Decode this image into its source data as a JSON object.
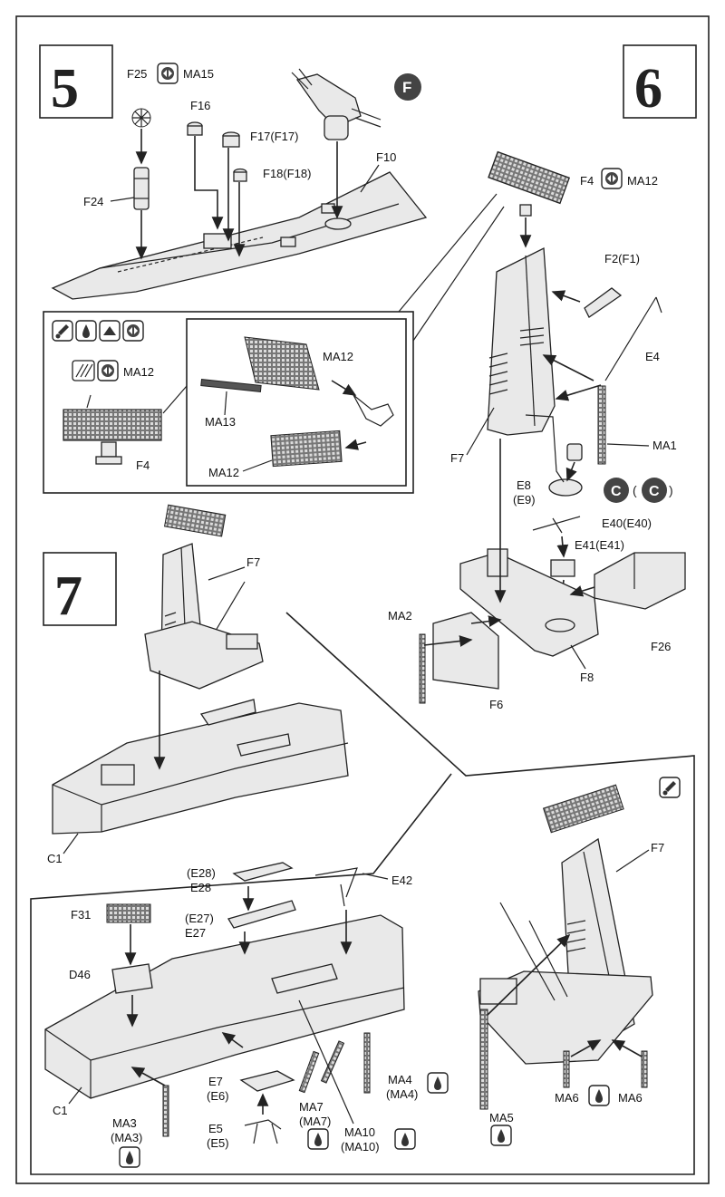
{
  "steps": {
    "s5": "5",
    "s6": "6",
    "s7": "7"
  },
  "badges": {
    "part_tree_f": "F",
    "part_tree_c1": "C",
    "part_tree_c2": "C"
  },
  "labels": {
    "f25_ma15": "F25",
    "ma15": "MA15",
    "f16": "F16",
    "f17": "F17(F17)",
    "f18": "F18(F18)",
    "f24": "F24",
    "f10": "F10",
    "f4_ma12": "F4",
    "ma12_top": "MA12",
    "f2": "F2(F1)",
    "e4": "E4",
    "ma1": "MA1",
    "f7_6": "F7",
    "e8": "E8",
    "e9": "(E9)",
    "e40": "E40(E40)",
    "e41": "E41(E41)",
    "ma2": "MA2",
    "f26": "F26",
    "f6": "F6",
    "f8": "F8",
    "ma12_inset": "MA12",
    "f4_inset": "F4",
    "ma12_zoom1": "MA12",
    "ma13": "MA13",
    "ma12_zoom2": "MA12",
    "f7_7": "F7",
    "c1_7": "C1",
    "e28a": "(E28)",
    "e28b": "E28",
    "e27a": "(E27)",
    "e27b": "E27",
    "e42": "E42",
    "f31": "F31",
    "d46": "D46",
    "c1_b": "C1",
    "ma3": "MA3",
    "ma3b": "(MA3)",
    "e7": "E7",
    "e6": "(E6)",
    "e5": "E5",
    "e5b": "(E5)",
    "ma7": "MA7",
    "ma7b": "(MA7)",
    "ma10": "MA10",
    "ma10b": "(MA10)",
    "ma4": "MA4",
    "ma4b": "(MA4)",
    "f7_b": "F7",
    "ma5": "MA5",
    "ma6a": "MA6",
    "ma6b": "MA6"
  },
  "icons": [
    "paint-icon",
    "glue-icon",
    "fold-icon",
    "flip-icon",
    "photoetch-icon"
  ]
}
